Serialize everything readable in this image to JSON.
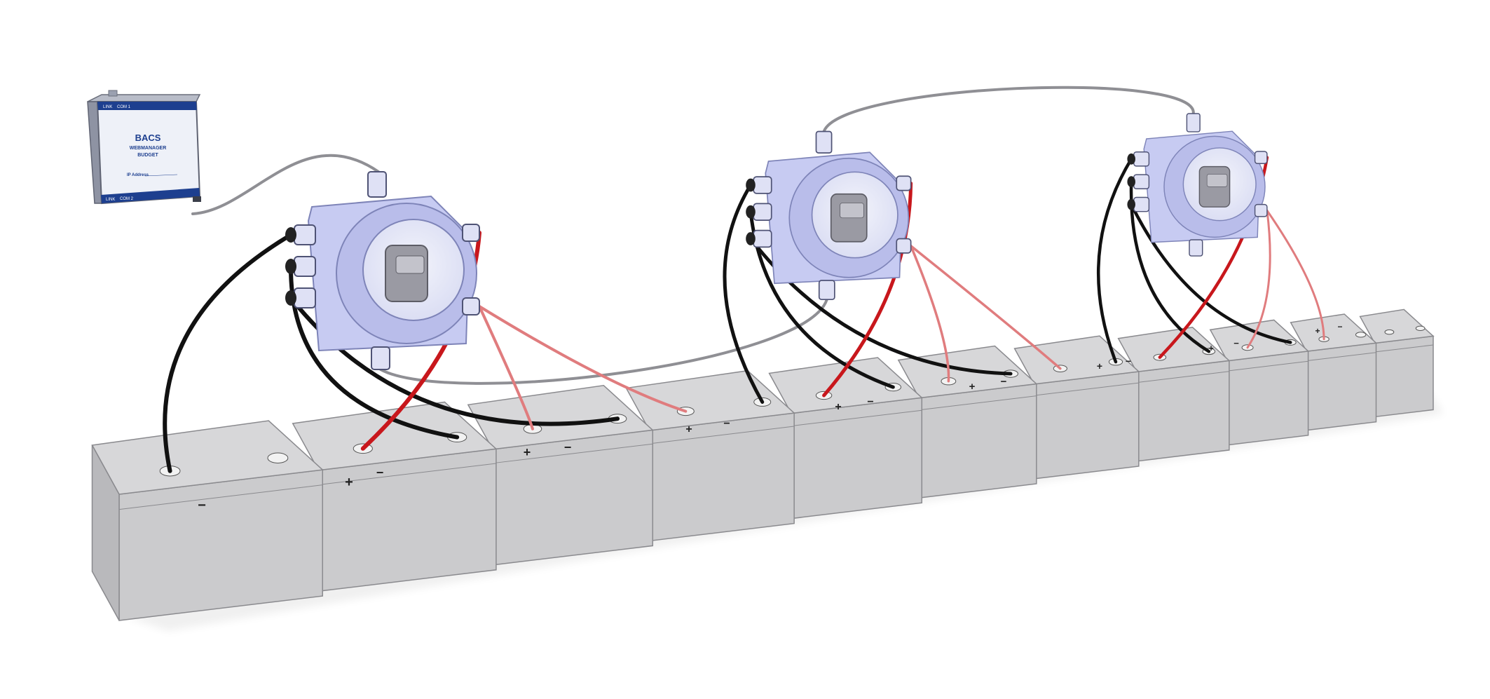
{
  "colors": {
    "background": "#ffffff",
    "battery_top": "#d7d7d9",
    "battery_front": "#cbcbcd",
    "battery_side": "#b9b9bc",
    "battery_edge": "#8a8a8e",
    "module_body": "#c7cbf2",
    "module_edge": "#7e84b8",
    "cable_black": "#111111",
    "cable_red": "#c8171c",
    "cable_red_light": "#e07c7e",
    "cable_bus": "#8f8f94",
    "webmanager_face": "#eef1f8",
    "webmanager_label": "#1d3f8f"
  },
  "webmanager": {
    "title": "BACS",
    "line1": "WEBMANAGER",
    "line2": "BUDGET",
    "ip_label": "IP Address",
    "top_left_port": "LINK",
    "top_right_port": "COM 1",
    "bottom_left_port": "LINK",
    "bottom_right_port": "COM 2"
  },
  "polarity": {
    "plus": "+",
    "minus": "−"
  },
  "diagram": {
    "battery_count": 11,
    "module_count": 3
  }
}
